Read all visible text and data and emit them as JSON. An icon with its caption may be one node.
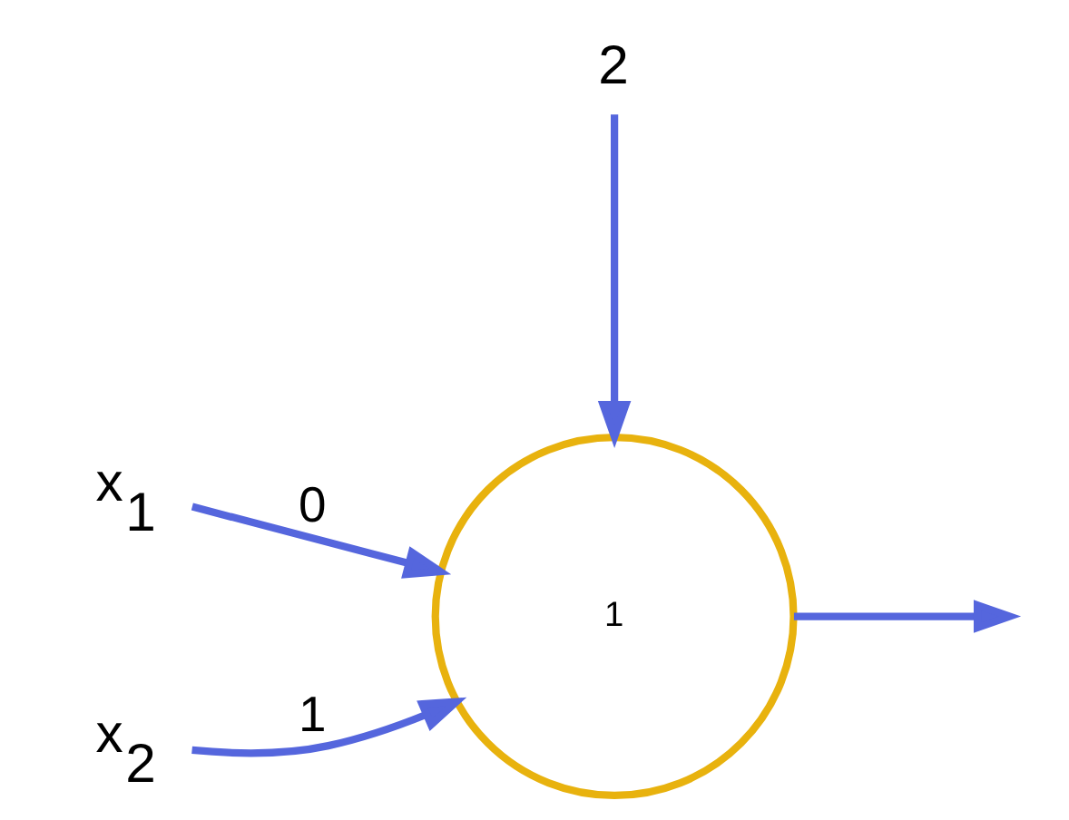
{
  "diagram": {
    "nodes": [
      {
        "text": [
          "x$_{1}$"
        ]
      },
      {
        "text": [
          "x$_{2}$"
        ]
      },
      {
        "text": [
          "1"
        ]
      },
      {
        "text": [
          "2"
        ]
      }
    ],
    "edges": [
      {
        "from": 0,
        "to": 2,
        "arrow": "to",
        "label": "0"
      },
      {
        "from": 1,
        "to": 2,
        "arrow": "to",
        "label": "1"
      },
      {
        "from": 3,
        "to": 2,
        "arrow": "to"
      },
      {
        "from": 2,
        "to": null,
        "arrow": "to"
      }
    ]
  }
}
